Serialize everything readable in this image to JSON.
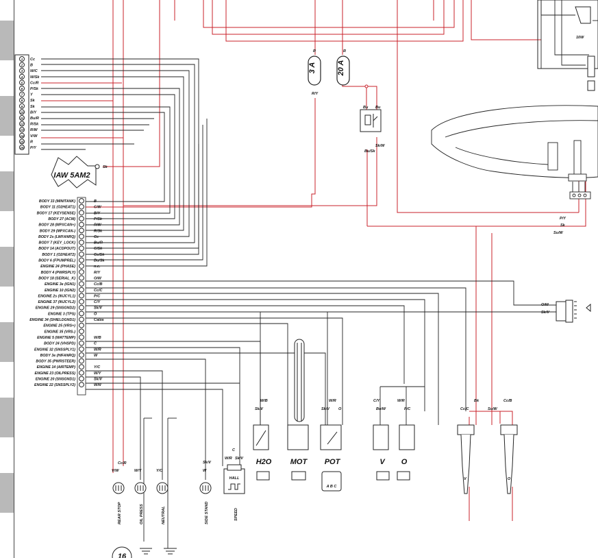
{
  "colors": {
    "wire_black": "#222222",
    "wire_red": "#c8202a",
    "bg": "#ffffff",
    "tab": "#b9b9b9"
  },
  "ecu": {
    "name": "IAW 5AM2",
    "left_connector": [
      {
        "pin": "1",
        "wire": "Cc"
      },
      {
        "pin": "2",
        "wire": "B"
      },
      {
        "pin": "3",
        "wire": "W/C"
      },
      {
        "pin": "4",
        "wire": "W/Sk"
      },
      {
        "pin": "5",
        "wire": "Cc/R"
      },
      {
        "pin": "6",
        "wire": "P/Sk"
      },
      {
        "pin": "7",
        "wire": "Y"
      },
      {
        "pin": "8",
        "wire": "Sk"
      },
      {
        "pin": "9",
        "wire": "Sk"
      },
      {
        "pin": "10",
        "wire": "B/Y"
      },
      {
        "pin": "11",
        "wire": "Bu/R"
      },
      {
        "pin": "12",
        "wire": "R/Sk"
      },
      {
        "pin": "13",
        "wire": "R/W"
      },
      {
        "pin": "14",
        "wire": "V/W"
      },
      {
        "pin": "15",
        "wire": "R"
      },
      {
        "pin": "16",
        "wire": "P/Y"
      }
    ],
    "left_ground_wire": "Sk",
    "right_connector": [
      {
        "label": "BODY 33 (MINITANK)",
        "wire": "B"
      },
      {
        "label": "BODY 11 (O2HEAT1)",
        "wire": "C/W"
      },
      {
        "label": "BODY 17 (KEYSENSE)",
        "wire": "B/Y"
      },
      {
        "label": "BODY 27 (ACM)",
        "wire": "P/Sk"
      },
      {
        "label": "BODY 28 (MPXCAN+)",
        "wire": "R/W"
      },
      {
        "label": "BODY 29 (MPXCAN-)",
        "wire": "R/Sk"
      },
      {
        "label": "BODY 2s (LWFANRQ)",
        "wire": "Cc"
      },
      {
        "label": "BODY 7 (KEY_LOCK)",
        "wire": "Bu/R"
      },
      {
        "label": "BODY 14 (ACDPOUT)",
        "wire": "C/Sk"
      },
      {
        "label": "BODY 1 (O2HEAT2)",
        "wire": "Cc/Sk"
      },
      {
        "label": "BODY 6 (FPUMPREL)",
        "wire": "Bu/Sk"
      },
      {
        "label": "ENGINE 24 (PHASE)",
        "wire": "n.c."
      },
      {
        "label": "BODY 4 (PWRSPLY)",
        "wire": "R/Y"
      },
      {
        "label": "BODY 18 (SERIAL_K)",
        "wire": "O/W"
      },
      {
        "label": "ENGINE 3e (IGN1)",
        "wire": "Cc/B"
      },
      {
        "label": "ENGINE 10 (IGN2)",
        "wire": "Cc/C"
      },
      {
        "label": "ENGINE 2s (INJCYL1)",
        "wire": "P/C"
      },
      {
        "label": "ENGINE 37 (INJCYL2)",
        "wire": "C/Y"
      },
      {
        "label": "ENGINE 29 (SNSGND2)",
        "wire": "Sk/V"
      },
      {
        "label": "ENGINE 3 (TPS)",
        "wire": "O"
      },
      {
        "label": "ENGINE 34 (SHIELDGND1)",
        "wire": "Calza"
      },
      {
        "label": "ENGINE 25 (VRS+)",
        "wire": ""
      },
      {
        "label": "ENGINE 35 (VRS-)",
        "wire": ""
      },
      {
        "label": "ENGINE 5 (WATTEMP)",
        "wire": "W/B"
      },
      {
        "label": "BODY 24 (VHSPD)",
        "wire": "C"
      },
      {
        "label": "ENGINE 32 (SNSSPLY1)",
        "wire": "W/R"
      },
      {
        "label": "BODY 3e (HIFANRQ)",
        "wire": "W"
      },
      {
        "label": "BODY 35 (PWRSTEER)",
        "wire": ""
      },
      {
        "label": "ENGINE 14 (AIRTEMP)",
        "wire": "Y/C"
      },
      {
        "label": "ENGINE 23 (OILPRESS)",
        "wire": "W/Y"
      },
      {
        "label": "ENGINE 20 (SNSGND1)",
        "wire": "Sk/V"
      },
      {
        "label": "ENGINE 22 (SNSSPLY2)",
        "wire": "W/R"
      }
    ]
  },
  "fuses": [
    {
      "rating": "3 A",
      "top_wire": "R",
      "bottom_wire": "R/Y"
    },
    {
      "rating": "20 A",
      "top_wire": "R",
      "bottom_wire": ""
    }
  ],
  "relay": {
    "top_left": "Bu",
    "top_right": "Bu",
    "bottom_left": "Bu/Sk",
    "bottom_right": "Sk/W"
  },
  "lamp": {
    "rating": "10W"
  },
  "diag_connector": {
    "wire_top": "O/W",
    "wire_bottom": "Sk/V"
  },
  "right_harness": {
    "wire_1": "P/Y",
    "wire_2": "Sk",
    "wire_3": "Su/W"
  },
  "sensors": [
    {
      "id": "rear-stop",
      "label": "REAR STOP",
      "wire": "Cc/R"
    },
    {
      "id": "oil-press",
      "label": "OIL PRESS",
      "wire": "W/Y"
    },
    {
      "id": "neutral",
      "label": "NEUTRAL",
      "wire": "Y/C"
    },
    {
      "id": "side-stand",
      "label": "SIDE STAND",
      "wire": "Sk/V"
    },
    {
      "id": "speed",
      "label": "SPEED",
      "wires": [
        "W/R",
        "Sk/V",
        "C"
      ],
      "box_label": "HALL"
    },
    {
      "id": "h2o",
      "label": "H2O",
      "wires": [
        "W/B",
        "Sk/V"
      ]
    },
    {
      "id": "mot",
      "label": "MOT",
      "wires": []
    },
    {
      "id": "pot",
      "label": "POT",
      "wires": [
        "W/R",
        "O",
        "Sk/V"
      ],
      "pins": "A B C"
    },
    {
      "id": "v-injector",
      "label": "V",
      "wires": [
        "C/Y",
        "Bu/W"
      ]
    },
    {
      "id": "o-injector",
      "label": "O",
      "wires": [
        "W/R",
        "P/C"
      ]
    }
  ],
  "small_wire_labels": {
    "rear_stop_left": "V/W",
    "oil_left": "W/Y",
    "neutral_left": "Y/C",
    "side_left": "W",
    "coil_v_top": "Bk",
    "coil_o_top": "Cc/B",
    "coil_v_left": "Cc/C",
    "coil_v_right": "Su/W",
    "coil_v_label": "V",
    "coil_o_label": "O"
  },
  "page_number": "16"
}
